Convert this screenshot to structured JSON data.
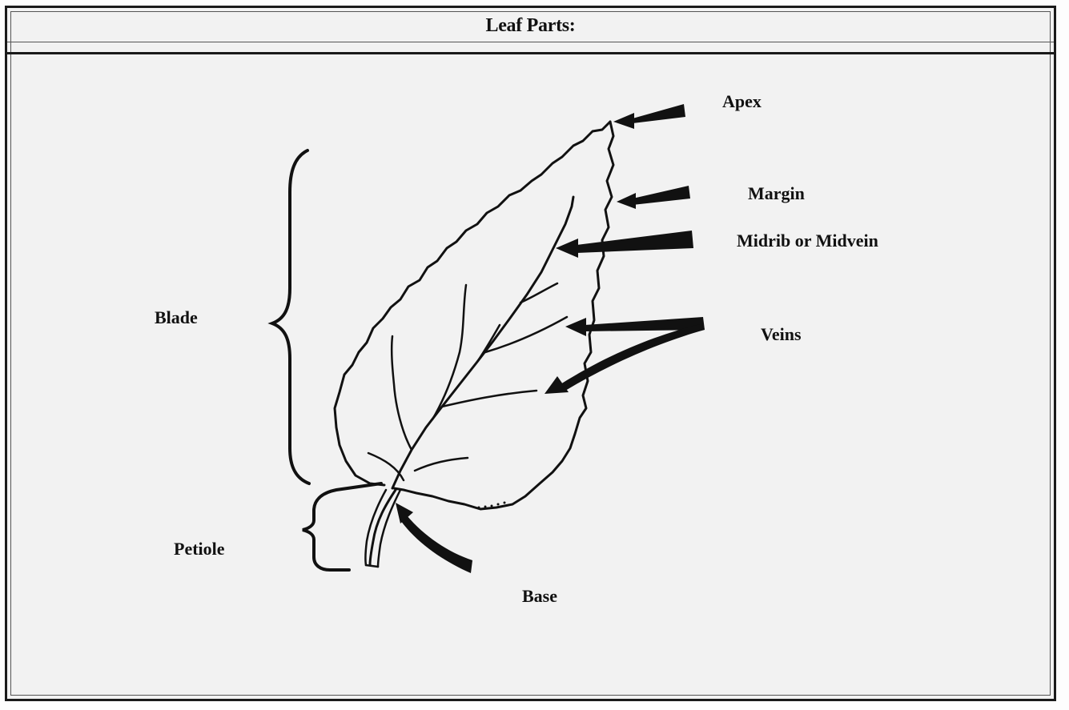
{
  "title": "Leaf Parts:",
  "labels": {
    "apex": "Apex",
    "margin": "Margin",
    "midrib": "Midrib or Midvein",
    "veins": "Veins",
    "blade": "Blade",
    "petiole": "Petiole",
    "base": "Base"
  }
}
